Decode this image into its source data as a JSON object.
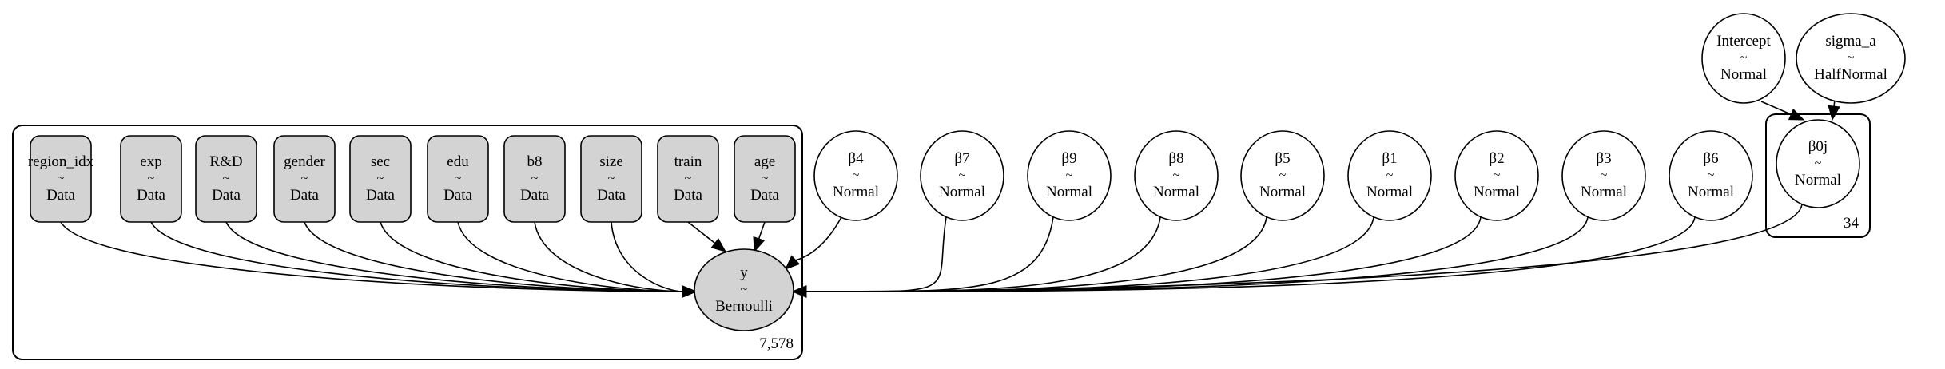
{
  "graph": {
    "outer_plate": {
      "label": "7,578"
    },
    "inner_plate": {
      "label": "34"
    },
    "tilde": "~",
    "data_nodes": [
      {
        "name": "region_idx",
        "dist": "Data"
      },
      {
        "name": "exp",
        "dist": "Data"
      },
      {
        "name": "R&D",
        "dist": "Data"
      },
      {
        "name": "gender",
        "dist": "Data"
      },
      {
        "name": "sec",
        "dist": "Data"
      },
      {
        "name": "edu",
        "dist": "Data"
      },
      {
        "name": "b8",
        "dist": "Data"
      },
      {
        "name": "size",
        "dist": "Data"
      },
      {
        "name": "train",
        "dist": "Data"
      },
      {
        "name": "age",
        "dist": "Data"
      }
    ],
    "beta_nodes": [
      {
        "name": "β4",
        "dist": "Normal"
      },
      {
        "name": "β7",
        "dist": "Normal"
      },
      {
        "name": "β9",
        "dist": "Normal"
      },
      {
        "name": "β8",
        "dist": "Normal"
      },
      {
        "name": "β5",
        "dist": "Normal"
      },
      {
        "name": "β1",
        "dist": "Normal"
      },
      {
        "name": "β2",
        "dist": "Normal"
      },
      {
        "name": "β3",
        "dist": "Normal"
      },
      {
        "name": "β6",
        "dist": "Normal"
      }
    ],
    "b0j_node": {
      "name": "β0j",
      "dist": "Normal"
    },
    "intercept_node": {
      "name": "Intercept",
      "dist": "Normal"
    },
    "sigma_node": {
      "name": "sigma_a",
      "dist": "HalfNormal"
    },
    "y_node": {
      "name": "y",
      "dist": "Bernoulli"
    }
  }
}
